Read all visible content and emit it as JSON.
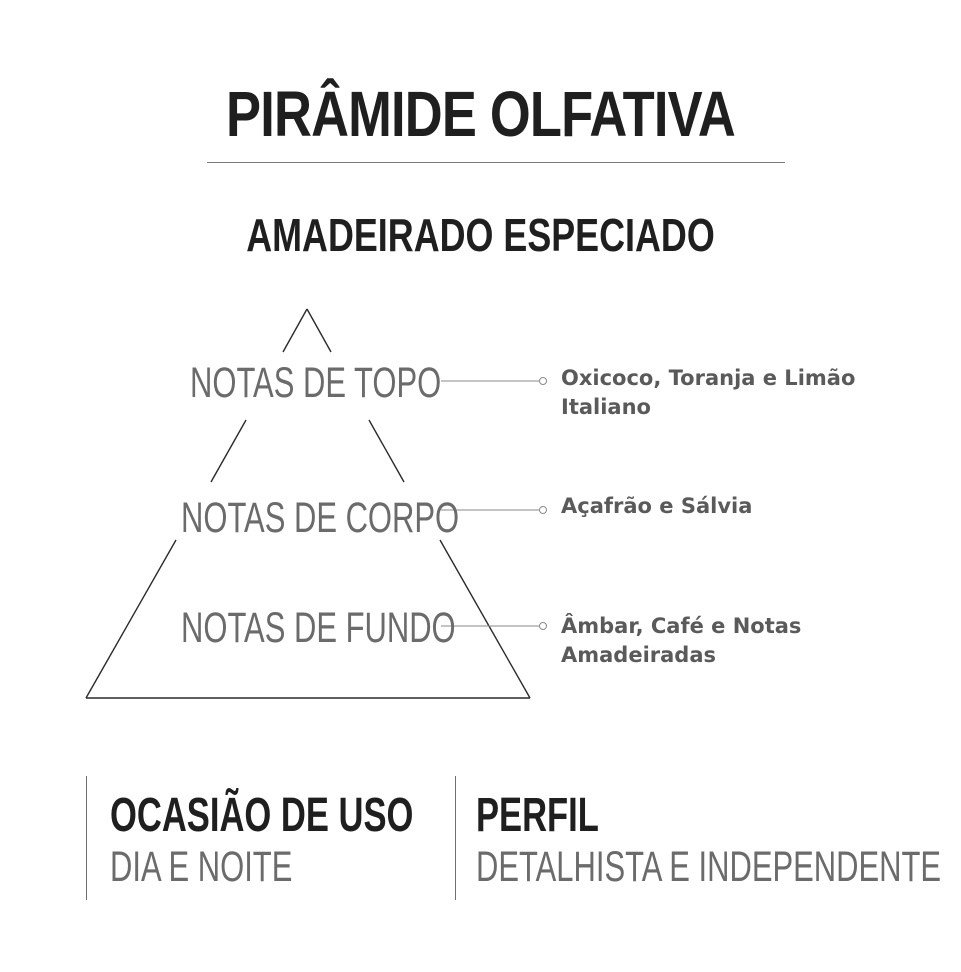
{
  "title": "PIRÂMIDE OLFATIVA",
  "subtitle": "AMADEIRADO ESPECIADO",
  "pyramid": {
    "levels": [
      {
        "label": "NOTAS DE TOPO",
        "notes": "Oxicoco, Toranja e Limão Italiano"
      },
      {
        "label": "NOTAS DE CORPO",
        "notes": "Açafrão e Sálvia"
      },
      {
        "label": "NOTAS DE FUNDO",
        "notes": "Âmbar, Café e Notas Amadeiradas"
      }
    ]
  },
  "info": {
    "ocasiao": {
      "heading": "OCASIÃO DE USO",
      "value": "DIA E NOITE"
    },
    "perfil": {
      "heading": "PERFIL",
      "value": "DETALHISTA E INDEPENDENTE"
    }
  },
  "colors": {
    "heading": "#1f1f1f",
    "label": "#6b6b6b",
    "line": "#8a8a8a"
  }
}
